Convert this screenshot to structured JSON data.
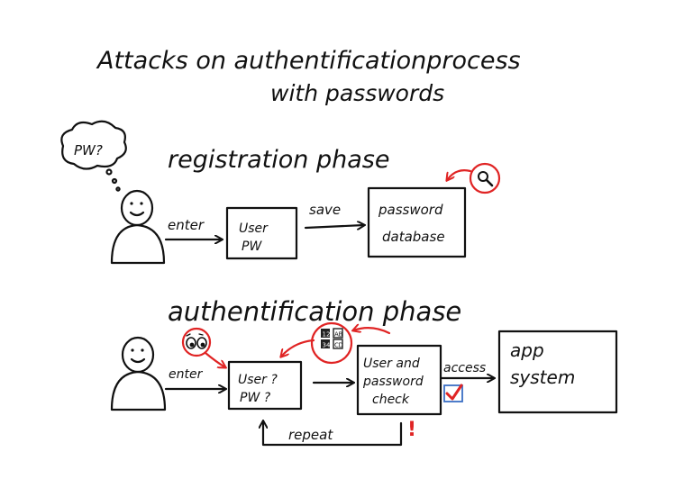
{
  "title": {
    "line1": "Attacks on authentificationprocess",
    "line2": "with passwords"
  },
  "registration": {
    "heading": "registration phase",
    "thought": "PW?",
    "enter_label": "enter",
    "save_label": "save",
    "user_box": {
      "line1": "User",
      "line2": "PW"
    },
    "db_box": {
      "line1": "password",
      "line2": "database"
    },
    "icons": [
      "person-icon",
      "thought-bubble-icon",
      "magnifier-icon"
    ]
  },
  "authentication": {
    "heading": "authentification phase",
    "enter_label": "enter",
    "access_label": "access",
    "repeat_label": "repeat",
    "exclaim": "!",
    "user_box": {
      "line1": "User ?",
      "line2": "PW ?"
    },
    "check_box": {
      "line1": "User and",
      "line2": "password",
      "line3": "check"
    },
    "app_box": {
      "line1": "app",
      "line2": "system"
    },
    "guess_tiles": [
      "1",
      "2",
      "A",
      "B",
      "3",
      "4",
      "C",
      "D"
    ],
    "icons": [
      "person-icon",
      "eyes-icon",
      "number-tiles-icon",
      "checkbox-icon"
    ]
  },
  "colors": {
    "ink": "#111111",
    "attack": "#e02424",
    "check": "#e02424",
    "checkbox_border": "#3b6fc4"
  }
}
